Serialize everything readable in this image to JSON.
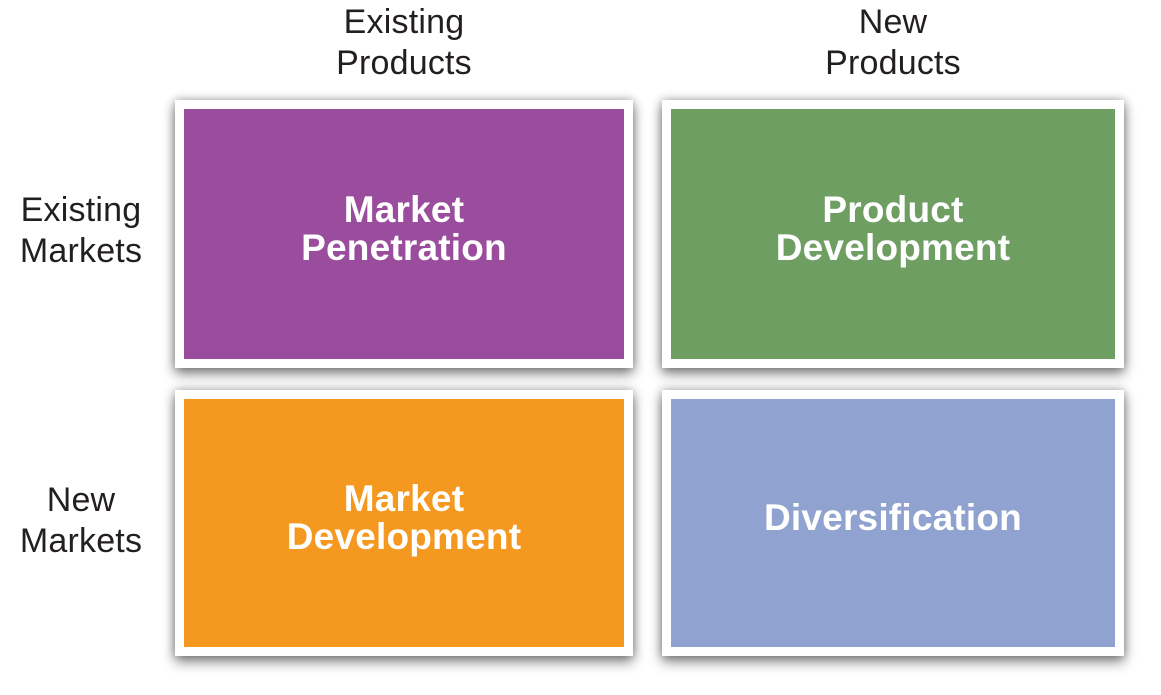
{
  "diagram": {
    "type": "2x2-matrix",
    "column_headers": {
      "left": "Existing\nProducts",
      "right": "New\nProducts"
    },
    "row_headers": {
      "top": "Existing\nMarkets",
      "bottom": "New\nMarkets"
    },
    "quadrants": {
      "top_left": {
        "label": "Market\nPenetration",
        "color": "#9A4D9D"
      },
      "top_right": {
        "label": "Product\nDevelopment",
        "color": "#6F9E63"
      },
      "bottom_left": {
        "label": "Market\nDevelopment",
        "color": "#F5981F"
      },
      "bottom_right": {
        "label": "Diversification",
        "color": "#90A2CF"
      }
    },
    "colors": {
      "header_text": "#231F20",
      "quadrant_label_text": "#FFFFFF",
      "card_border": "#FFFFFF",
      "background": "#FFFFFF"
    }
  }
}
